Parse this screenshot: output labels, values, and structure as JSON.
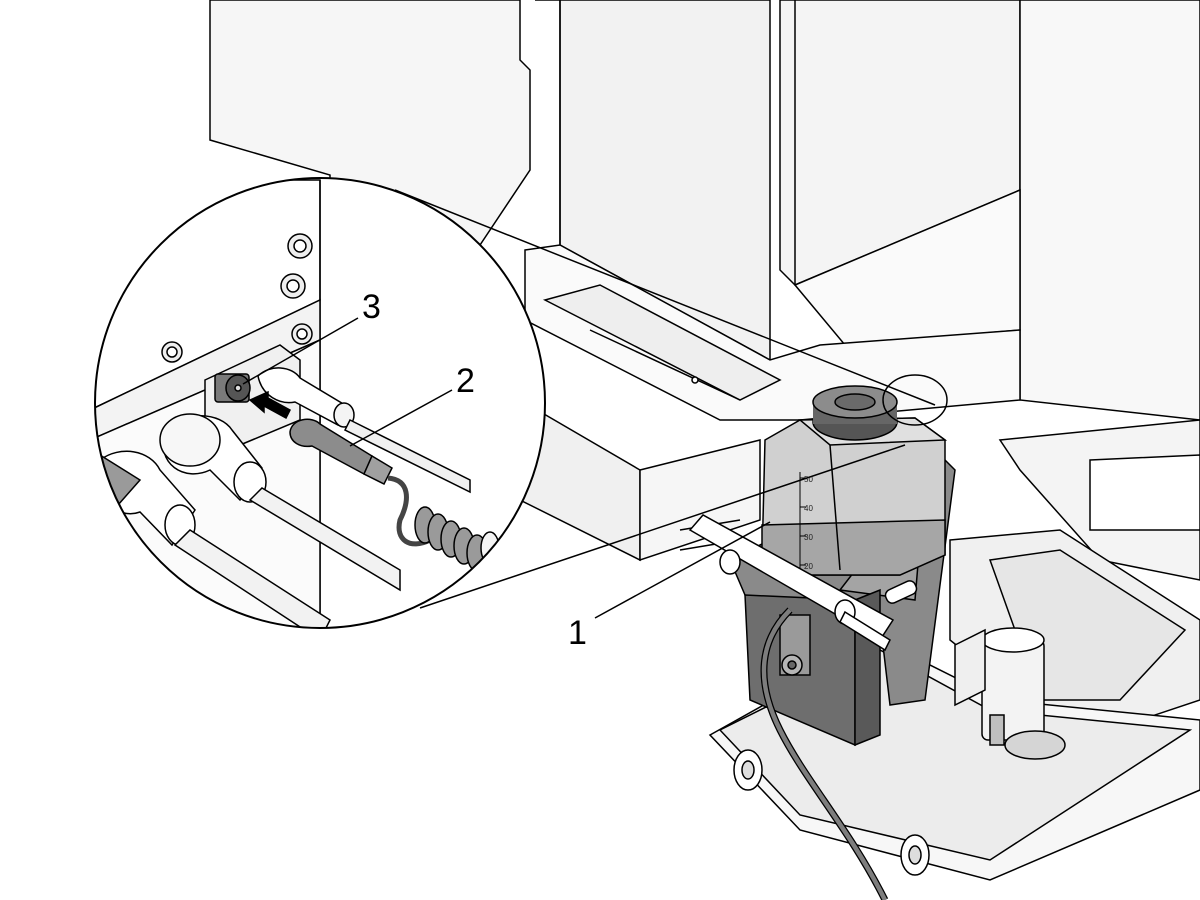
{
  "callouts": [
    {
      "label": "1"
    },
    {
      "label": "2"
    },
    {
      "label": "3"
    }
  ],
  "reservoir_scale": [
    "50",
    "40",
    "30",
    "20"
  ],
  "colors": {
    "line": "#000000",
    "machine_fill": "#f5f5f5",
    "reservoir_fill": "#d0d0d0",
    "reservoir_liquid": "#a6a6a6",
    "bracket_fill": "#8a8a8a",
    "pump_block": "#6e6e6e",
    "hose": "#7d7d7d"
  }
}
